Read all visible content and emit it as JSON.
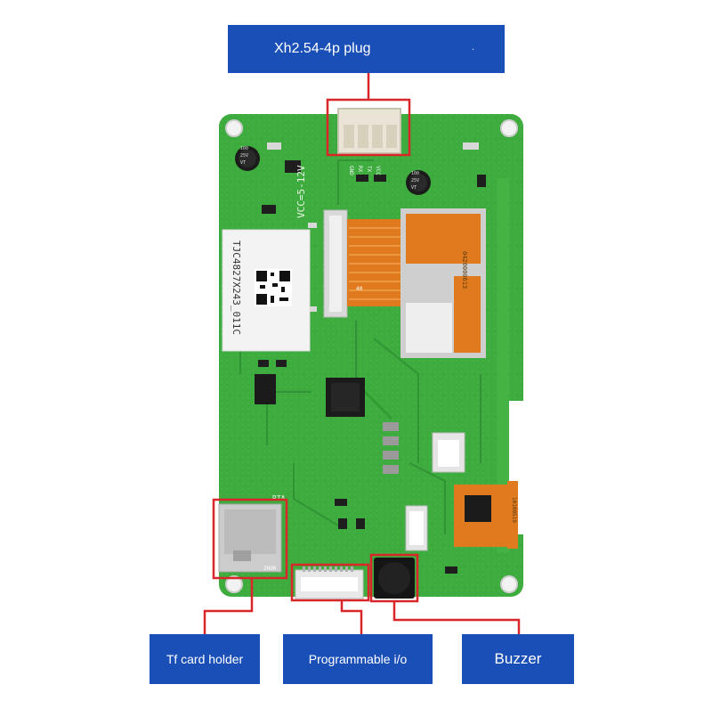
{
  "labels": {
    "plug": "Xh2.54-4p plug",
    "plug_mark": ".",
    "tf_card": "Tf card holder",
    "programmable_io": "Programmable i/o",
    "buzzer": "Buzzer"
  },
  "board": {
    "sticker_text": "TJC4827X243_011C",
    "silkscreen_vcc": "VCC=5-12V",
    "silkscreen_pins": [
      "GND",
      "RX",
      "TX",
      "VCC"
    ],
    "cap_text": [
      "100",
      "25V",
      "VT"
    ],
    "fpc_marking": "0420000613",
    "fpc_pin": "40",
    "touch_fpc_marking": "10100519",
    "near_tf_mark": "RTA",
    "tf_silk": "ZHOR"
  },
  "colors": {
    "pcb": "#3dab3d",
    "pcb_dark": "#2f8f33",
    "label_bg": "#1a4fb8",
    "highlight": "#d9262b",
    "connector": "#e9e4d6",
    "fpc": "#e07a1f",
    "screen": "#b8b8b8"
  }
}
